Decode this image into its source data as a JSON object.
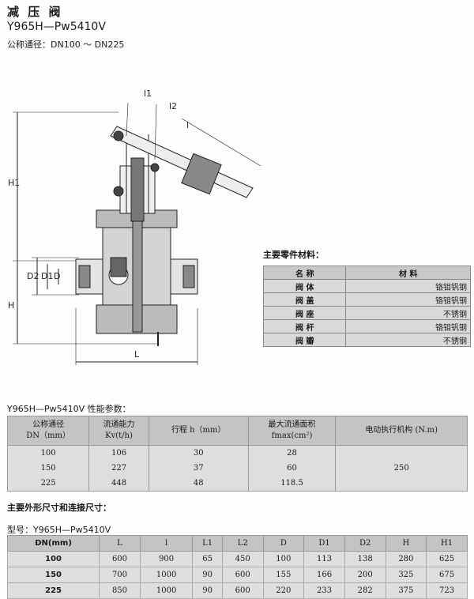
{
  "header": {
    "title": "减 压 阀",
    "model": "Y965H—Pw5410V",
    "dn_range": "公称通径：DN100 ～ DN225"
  },
  "drawing": {
    "labels": [
      "l1",
      "l2",
      "l",
      "H1",
      "H",
      "D2",
      "D1",
      "D",
      "L"
    ]
  },
  "parts": {
    "title": "主要零件材料：",
    "header": [
      "名  称",
      "材  料"
    ],
    "rows": [
      [
        "阀 体",
        "铬钼钒钢"
      ],
      [
        "阀 盖",
        "铬钼钒钢"
      ],
      [
        "阀 座",
        "不锈钢"
      ],
      [
        "阀 杆",
        "铬钼钒钢"
      ],
      [
        "阀 瓣",
        "不锈钢"
      ]
    ]
  },
  "performance": {
    "title": "Y965H—Pw5410V 性能参数：",
    "headers": [
      [
        "公称通径",
        "DN（mm）"
      ],
      [
        "流通能力",
        "Kv(t/h)"
      ],
      [
        "行程 h（mm）",
        ""
      ],
      [
        "最大流通面积",
        "fmax(cm²)"
      ],
      [
        "电动执行机构 (N.m)",
        ""
      ]
    ],
    "rows": [
      [
        "100",
        "106",
        "30",
        "28"
      ],
      [
        "150",
        "227",
        "37",
        "60"
      ],
      [
        "225",
        "448",
        "48",
        "118.5"
      ]
    ],
    "actuator": "250"
  },
  "dimensions": {
    "title": "主要外形尺寸和连接尺寸：",
    "model": "型号：Y965H—Pw5410V",
    "headers": [
      "DN(mm)",
      "L",
      "l",
      "L1",
      "L2",
      "D",
      "D1",
      "D2",
      "H",
      "H1"
    ],
    "rows": [
      [
        "100",
        "600",
        "900",
        "65",
        "450",
        "100",
        "113",
        "138",
        "280",
        "625"
      ],
      [
        "150",
        "700",
        "1000",
        "90",
        "600",
        "155",
        "166",
        "200",
        "325",
        "675"
      ],
      [
        "225",
        "850",
        "1000",
        "90",
        "600",
        "220",
        "233",
        "282",
        "375",
        "723"
      ]
    ]
  }
}
